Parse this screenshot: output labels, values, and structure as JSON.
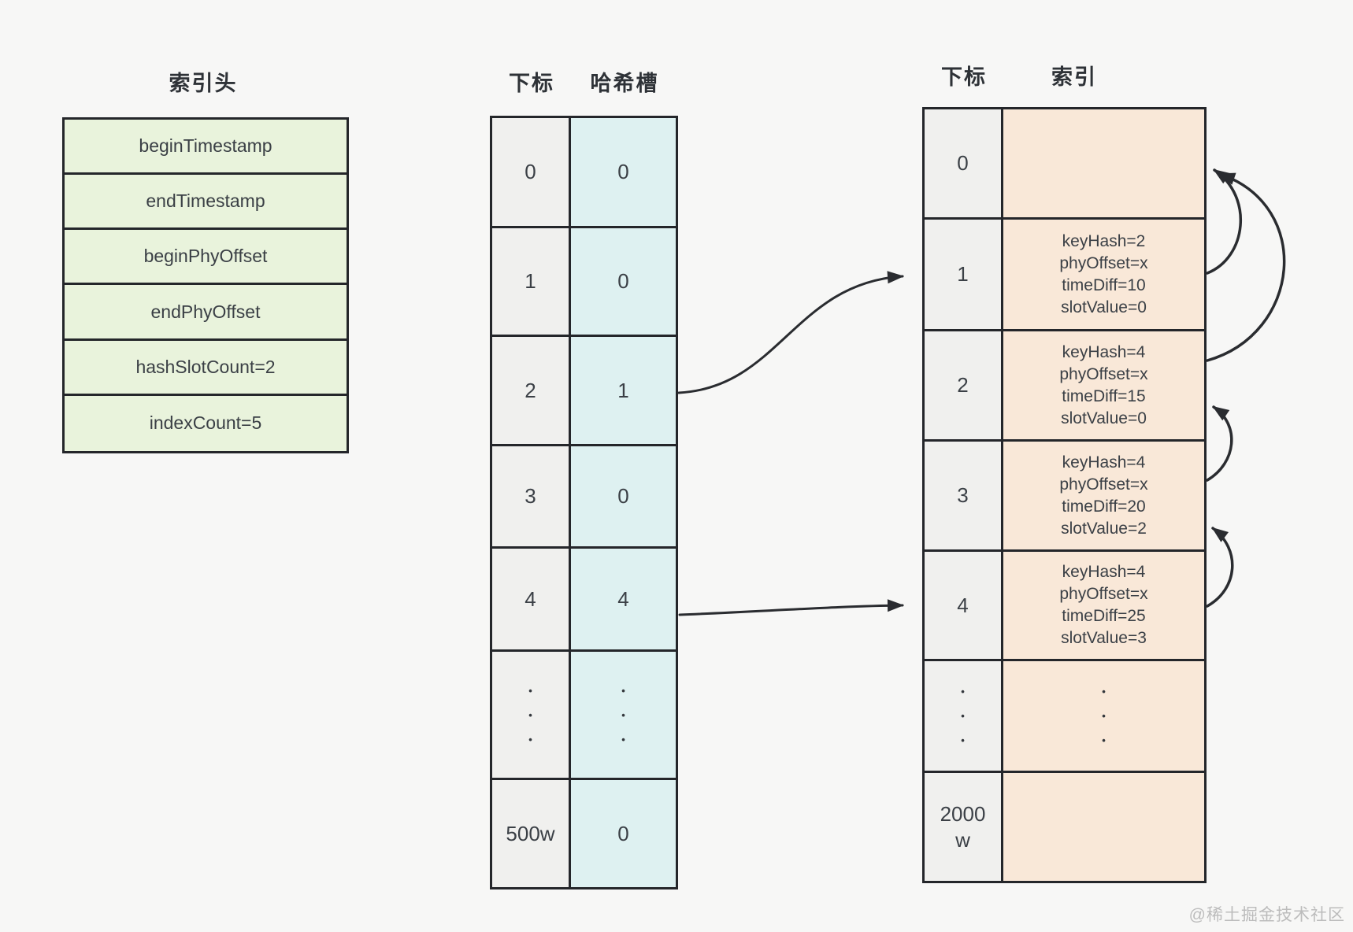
{
  "header_table": {
    "title": "索引头",
    "rows": [
      "beginTimestamp",
      "endTimestamp",
      "beginPhyOffset",
      "endPhyOffset",
      "hashSlotCount=2",
      "indexCount=5"
    ]
  },
  "hash_slot_table": {
    "col1_header": "下标",
    "col2_header": "哈希槽",
    "rows": [
      {
        "subscript": "0",
        "slot": "0"
      },
      {
        "subscript": "1",
        "slot": "0"
      },
      {
        "subscript": "2",
        "slot": "1"
      },
      {
        "subscript": "3",
        "slot": "0"
      },
      {
        "subscript": "4",
        "slot": "4"
      },
      {
        "subscript": "•\n•\n•",
        "slot": "•\n•\n•"
      },
      {
        "subscript": "500w",
        "slot": "0"
      }
    ]
  },
  "index_table": {
    "col1_header": "下标",
    "col2_header": "索引",
    "rows": [
      {
        "subscript": "0",
        "lines": []
      },
      {
        "subscript": "1",
        "lines": [
          "keyHash=2",
          "phyOffset=x",
          "timeDiff=10",
          "slotValue=0"
        ]
      },
      {
        "subscript": "2",
        "lines": [
          "keyHash=4",
          "phyOffset=x",
          "timeDiff=15",
          "slotValue=0"
        ]
      },
      {
        "subscript": "3",
        "lines": [
          "keyHash=4",
          "phyOffset=x",
          "timeDiff=20",
          "slotValue=2"
        ]
      },
      {
        "subscript": "4",
        "lines": [
          "keyHash=4",
          "phyOffset=x",
          "timeDiff=25",
          "slotValue=3"
        ]
      },
      {
        "subscript": "•\n•\n•",
        "lines": [
          "•\n•\n•"
        ]
      },
      {
        "subscript": "2000\nw",
        "lines": []
      }
    ]
  },
  "arrows": {
    "slot_to_index": [
      {
        "from": "hash-slot-row-2",
        "to": "index-row-1"
      },
      {
        "from": "hash-slot-row-4",
        "to": "index-row-4"
      }
    ],
    "index_chain": [
      {
        "from": "index-row-1",
        "to": "index-row-0"
      },
      {
        "from": "index-row-2",
        "to": "index-row-0"
      },
      {
        "from": "index-row-3",
        "to": "index-row-2"
      },
      {
        "from": "index-row-4",
        "to": "index-row-3"
      }
    ]
  },
  "watermark": "@稀土掘金技术社区"
}
